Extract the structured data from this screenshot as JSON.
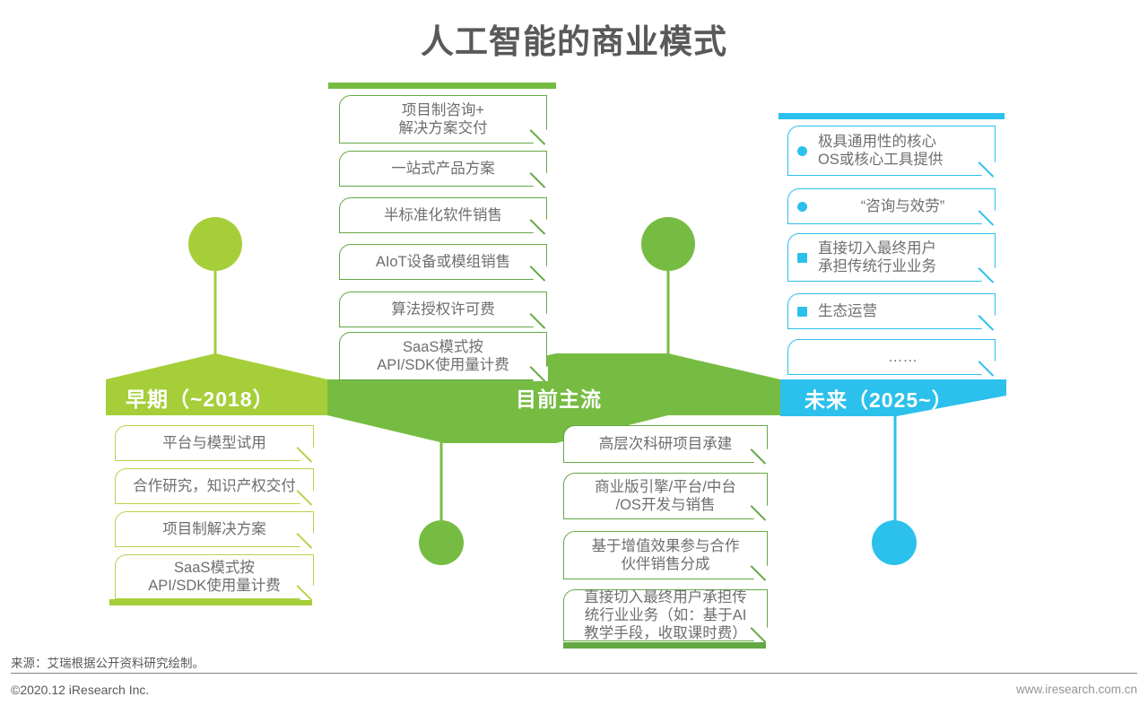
{
  "page": {
    "title": "人工智能的商业模式"
  },
  "colors": {
    "lime": "#b5d44a",
    "lime_fill": "#a6ce39",
    "green": "#76bc43",
    "green_border": "#64a844",
    "cyan": "#2cc0ec",
    "text_gray": "#6d6e71",
    "title_gray": "#58595b"
  },
  "columns": [
    {
      "id": "early",
      "banner_label": "早期（~2018）",
      "accent": "#a6ce39",
      "top_items": [],
      "bottom_items": [
        {
          "text": "平台与模型试用"
        },
        {
          "text": "合作研究，知识产权交付"
        },
        {
          "text": "项目制解决方案"
        },
        {
          "text": "SaaS模式按\nAPI/SDK使用量计费"
        }
      ]
    },
    {
      "id": "current",
      "banner_label": "目前主流",
      "accent": "#76bc43",
      "top_items": [
        {
          "text": "项目制咨询+\n解决方案交付"
        },
        {
          "text": "一站式产品方案"
        },
        {
          "text": "半标准化软件销售"
        },
        {
          "text": "AIoT设备或模组销售"
        },
        {
          "text": "算法授权许可费"
        },
        {
          "text": "SaaS模式按\nAPI/SDK使用量计费"
        }
      ],
      "bottom_items": [
        {
          "text": "高层次科研项目承建"
        },
        {
          "text": "商业版引擎/平台/中台\n/OS开发与销售"
        },
        {
          "text": "基于增值效果参与合作\n伙伴销售分成"
        },
        {
          "text": "直接切入最终用户承担传\n统行业业务（如：基于AI\n教学手段，收取课时费）"
        }
      ]
    },
    {
      "id": "future",
      "banner_label": "未来（2025~）",
      "accent": "#2cc0ec",
      "top_items": [
        {
          "text": "极具通用性的核心\nOS或核心工具提供",
          "bullet": "dot"
        },
        {
          "text": "“咨询与效劳”",
          "bullet": "dot",
          "centered": true
        },
        {
          "text": "直接切入最终用户\n承担传统行业业务",
          "bullet": "square"
        },
        {
          "text": "生态运营",
          "bullet": "square"
        },
        {
          "text": "……",
          "bullet": "none",
          "centered": true
        }
      ],
      "bottom_items": []
    }
  ],
  "footer": {
    "source": "来源：艾瑞根据公开资料研究绘制。",
    "copyright": "©2020.12 iResearch Inc.",
    "website": "www.iresearch.com.cn"
  }
}
